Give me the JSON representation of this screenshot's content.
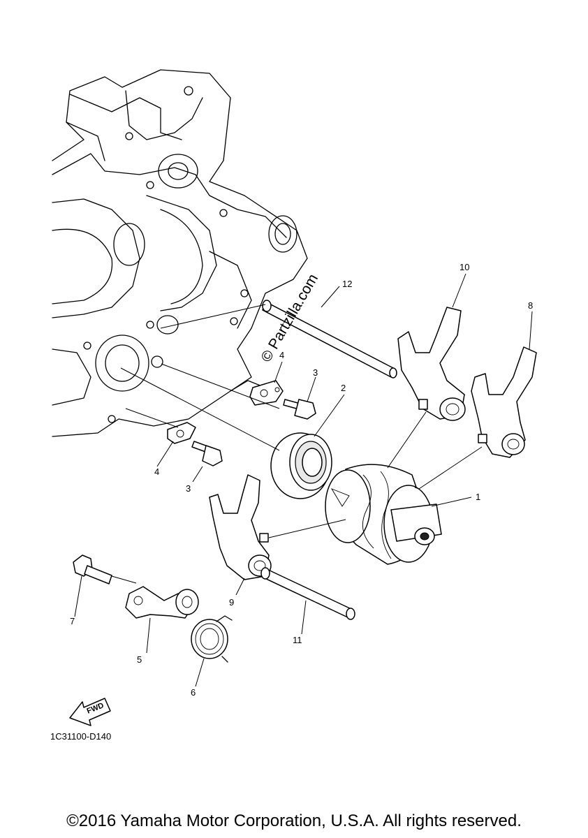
{
  "diagram": {
    "watermark": "© Partzilla.com",
    "code": "1C31100-D140",
    "fwd_label": "FWD",
    "callouts": [
      "1",
      "2",
      "3",
      "3",
      "4",
      "4",
      "5",
      "6",
      "7",
      "8",
      "9",
      "10",
      "11",
      "12"
    ]
  },
  "footer": {
    "copyright": "©2016 Yamaha Motor Corporation, U.S.A. All rights reserved."
  }
}
